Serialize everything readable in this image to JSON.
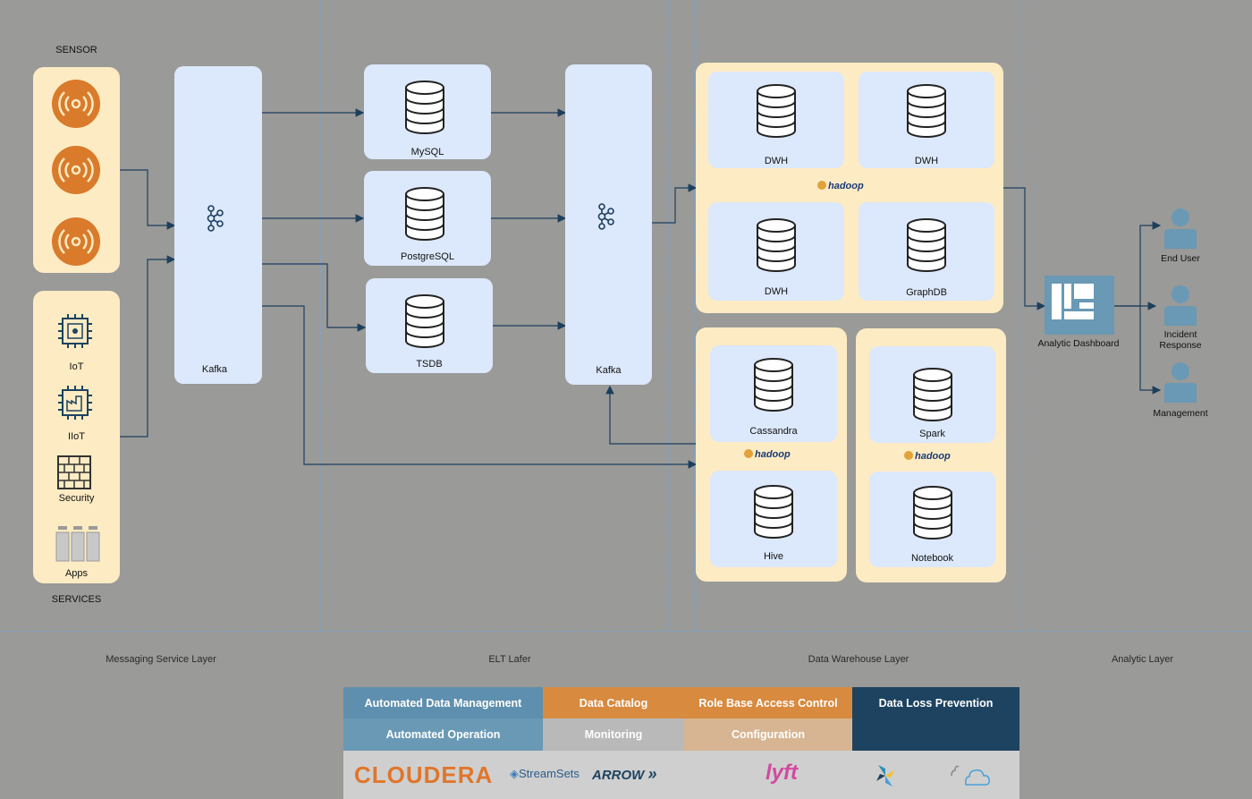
{
  "layers": {
    "messaging": "Messaging Service Layer",
    "elt": "ELT Lafer",
    "dwh": "Data Warehouse Layer",
    "analytic": "Analytic Layer"
  },
  "sources": {
    "sensor_title": "SENSOR",
    "services_title": "SERVICES",
    "services": [
      "IoT",
      "IIoT",
      "Security",
      "Apps"
    ]
  },
  "kafka_left": "Kafka",
  "kafka_right": "Kafka",
  "elt": [
    "MySQL",
    "PostgreSQL",
    "TSDB"
  ],
  "warehouse": {
    "top": [
      "DWH",
      "DWH",
      "DWH",
      "GraphDB"
    ],
    "bottom_left": [
      "Cassandra",
      "Hive"
    ],
    "bottom_right": [
      "Spark",
      "Notebook"
    ],
    "hadoop_label": "hadoop"
  },
  "analytic": {
    "dashboard": "Analytic Dashboard",
    "users": [
      "End User",
      "Incident Response",
      "Management"
    ]
  },
  "footer": {
    "row1": [
      "Automated Data Management",
      "Data Catalog",
      "Role Base Access Control",
      "Data Loss Prevention"
    ],
    "row2": [
      "Automated Operation",
      "Monitoring",
      "Configuration"
    ],
    "logos": [
      "CLOUDERA",
      "StreamSets",
      "ARROW",
      "lyft"
    ]
  },
  "colors": {
    "background": "#9a9a98",
    "orange_panel": "#fdebc3",
    "blue_box": "#dce8fb",
    "sensor_orange": "#d97b2b",
    "navy": "#1d4360",
    "steel": "#6999b5",
    "grey_cell": "#b8b9b8",
    "footer_orange": "#d88a3f",
    "footer_tan": "#d7b592"
  }
}
